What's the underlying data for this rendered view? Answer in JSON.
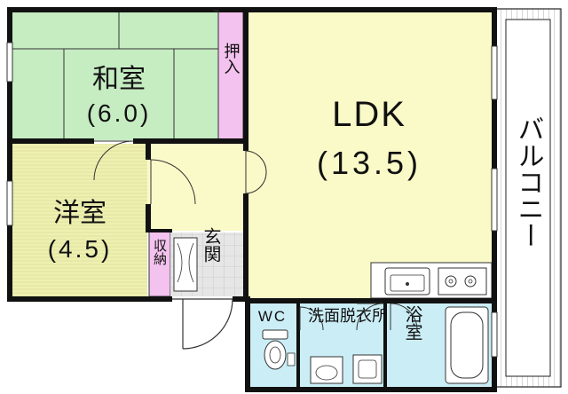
{
  "rooms": {
    "washitsu": {
      "name": "和室",
      "size": "(6.0)"
    },
    "oshiire": {
      "name": "押入"
    },
    "ldk": {
      "name": "LDK",
      "size": "(13.5)"
    },
    "balcony": {
      "name": "バルコニー"
    },
    "youshitsu": {
      "name": "洋室",
      "size": "(4.5)"
    },
    "shuunou": {
      "name": "収納"
    },
    "genkan": {
      "name": "玄関"
    },
    "wc": {
      "name": "WC"
    },
    "washroom": {
      "name": "洗面脱衣所"
    },
    "bath": {
      "name": "浴室"
    }
  },
  "colors": {
    "tatami": "#c6ecc2",
    "ldk": "#fafac8",
    "youshitsu": "#eef0b0",
    "oshiire_shuunou": "#f3c2ee",
    "wet_areas": "#cbeef6",
    "balcony": "#ffffff",
    "genkan_tile": "#e6e6e6",
    "walls": "#111111"
  }
}
